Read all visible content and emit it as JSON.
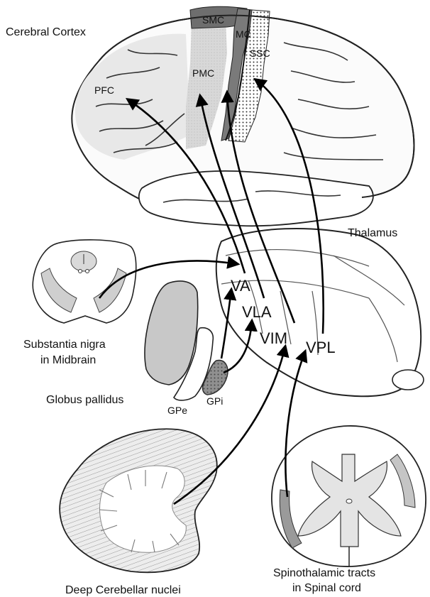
{
  "labels": {
    "cerebral_cortex": "Cerebral Cortex",
    "thalamus": "Thalamus",
    "substantia_nigra_line1": "Substantia nigra",
    "substantia_nigra_line2": "in Midbrain",
    "globus_pallidus": "Globus pallidus",
    "gpe": "GPe",
    "gpi": "GPi",
    "deep_cerebellar": "Deep Cerebellar nuclei",
    "spinothalamic_line1": "Spinothalamic tracts",
    "spinothalamic_line2": "in Spinal cord"
  },
  "cortical_regions": {
    "smc": "SMC",
    "mc": "MC",
    "pmc": "PMC",
    "ssc": "SSC",
    "pfc": "PFC"
  },
  "thalamic_nuclei": {
    "va": "VA",
    "vla": "VLA",
    "vim": "VIM",
    "vpl": "VPL"
  },
  "colors": {
    "outline": "#111111",
    "motor_cortex": "#7a7a7a",
    "premotor_cortex": "#cfcfcf",
    "smc": "#6e6e6e",
    "pfc_shade": "#e6e6e6",
    "gpi": "#555555",
    "gpe_shell": "#bdbdbd"
  }
}
